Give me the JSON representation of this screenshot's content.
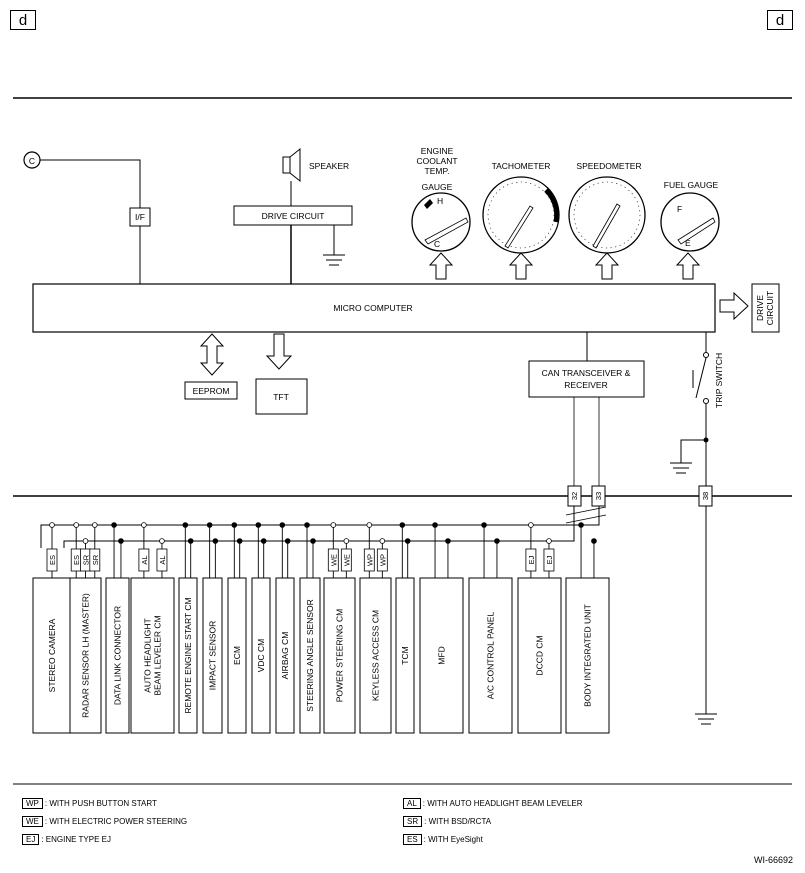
{
  "page_tag": "d",
  "blocks": {
    "speaker": "SPEAKER",
    "drive_circuit": "DRIVE CIRCUIT",
    "if": "I/F",
    "connector_c": "C",
    "micro_computer": "MICRO COMPUTER",
    "eeprom": "EEPROM",
    "tft": "TFT",
    "can_line1": "CAN TRANSCEIVER &",
    "can_line2": "RECEIVER",
    "drive_circuit_right1": "DRIVE",
    "drive_circuit_right2": "CIRCUIT",
    "trip_switch": "TRIP SWITCH"
  },
  "gauges": {
    "engine_coolant": [
      "ENGINE",
      "COOLANT",
      "TEMP.",
      "GAUGE"
    ],
    "tachometer": "TACHOMETER",
    "speedometer": "SPEEDOMETER",
    "fuel_gauge": "FUEL GAUGE",
    "temp_h": "H",
    "temp_c": "C",
    "fuel_f": "F",
    "fuel_e": "E"
  },
  "connectors": [
    "32",
    "33",
    "38"
  ],
  "modules": [
    {
      "name": "STEREO CAMERA",
      "codes": [
        "ES"
      ]
    },
    {
      "name": "RADAR SENSOR LH (MASTER)",
      "codes": [
        "ES",
        "SR",
        "SR"
      ]
    },
    {
      "name": "DATA LINK CONNECTOR",
      "codes": []
    },
    {
      "name": "AUTO HEADLIGHT BEAM LEVELER CM",
      "codes": [
        "AL",
        "AL"
      ]
    },
    {
      "name": "REMOTE ENGINE START CM",
      "codes": []
    },
    {
      "name": "IMPACT SENSOR",
      "codes": []
    },
    {
      "name": "ECM",
      "codes": []
    },
    {
      "name": "VDC CM",
      "codes": []
    },
    {
      "name": "AIRBAG CM",
      "codes": []
    },
    {
      "name": "STEERING ANGLE SENSOR",
      "codes": []
    },
    {
      "name": "POWER STEERING CM",
      "codes": [
        "WE",
        "WE"
      ]
    },
    {
      "name": "KEYLESS ACCESS CM",
      "codes": [
        "WP",
        "WP"
      ]
    },
    {
      "name": "TCM",
      "codes": []
    },
    {
      "name": "MFD",
      "codes": []
    },
    {
      "name": "A/C CONTROL PANEL",
      "codes": []
    },
    {
      "name": "DCCD CM",
      "codes": [
        "EJ",
        "EJ"
      ]
    },
    {
      "name": "BODY INTEGRATED UNIT",
      "codes": []
    }
  ],
  "legend": [
    {
      "code": "WP",
      "text": ": WITH PUSH BUTTON START"
    },
    {
      "code": "WE",
      "text": ": WITH ELECTRIC POWER STEERING"
    },
    {
      "code": "EJ",
      "text": ": ENGINE TYPE EJ"
    },
    {
      "code": "AL",
      "text": ": WITH AUTO HEADLIGHT BEAM LEVELER"
    },
    {
      "code": "SR",
      "text": ": WITH BSD/RCTA"
    },
    {
      "code": "ES",
      "text": ": WITH EyeSight"
    }
  ],
  "figure_id": "WI-66692"
}
